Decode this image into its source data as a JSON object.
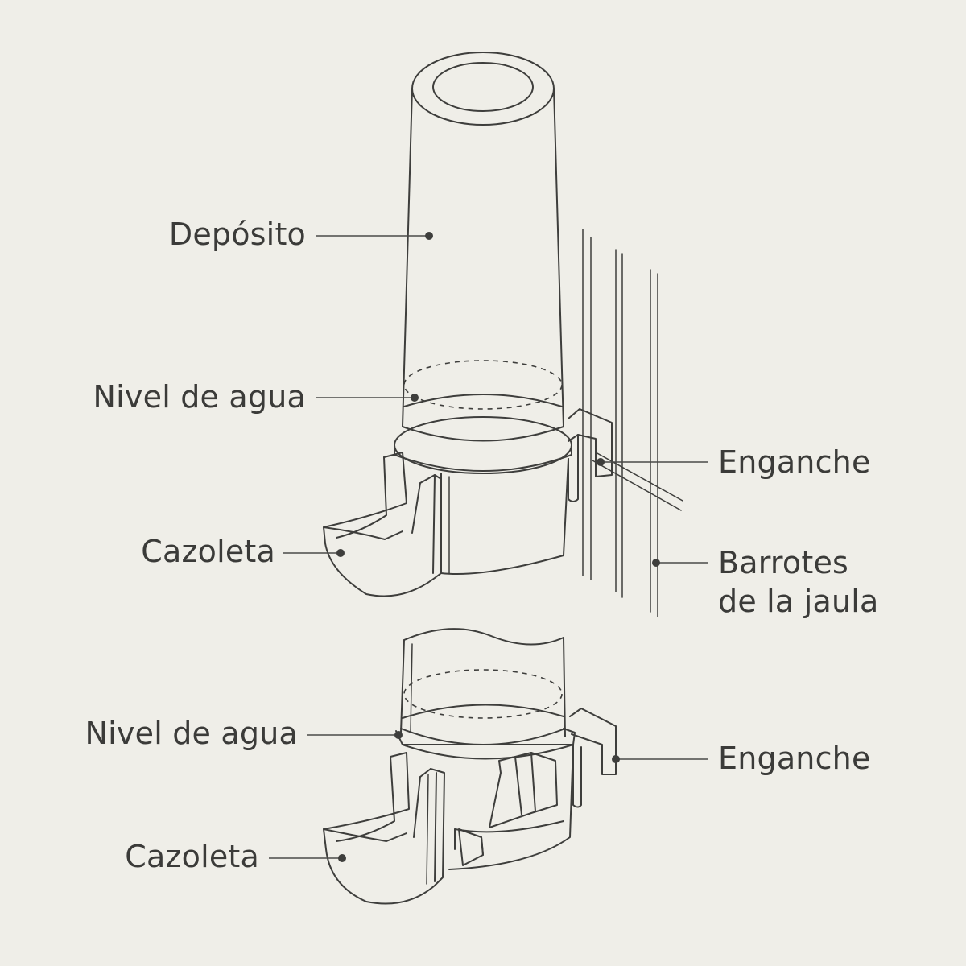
{
  "labels": {
    "top_reservoir": "Depósito",
    "top_water_level": "Nivel de agua",
    "top_cup": "Cazoleta",
    "top_hook": "Enganche",
    "top_bars_line1": "Barrotes",
    "top_bars_line2": "de la jaula",
    "bottom_water_level": "Nivel de agua",
    "bottom_hook": "Enganche",
    "bottom_cup": "Cazoleta"
  },
  "colors": {
    "background": "#efeee8",
    "line": "#3e3e3c",
    "text": "#3b3b39"
  }
}
